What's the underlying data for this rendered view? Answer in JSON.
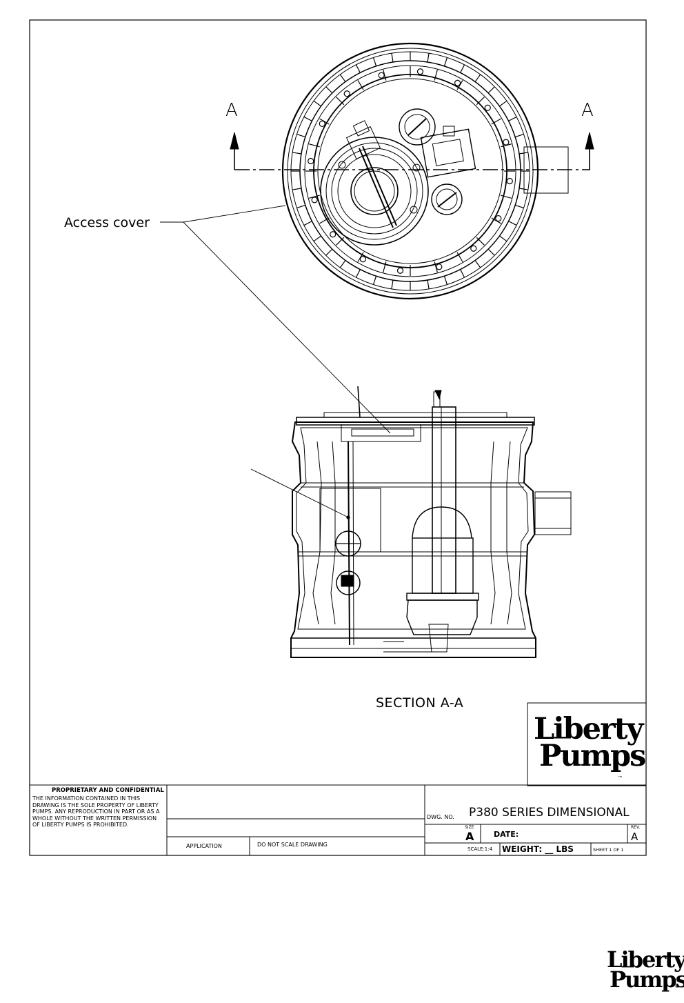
{
  "labels": {
    "section_left": "A",
    "section_right": "A",
    "access_cover": "Access cover",
    "section_title": "SECTION A-A"
  },
  "proprietary": {
    "title": "PROPRIETARY AND CONFIDENTIAL",
    "body": "THE INFORMATION CONTAINED IN THIS DRAWING IS THE SOLE PROPERTY OF LIBERTY PUMPS.  ANY REPRODUCTION IN PART OR AS A WHOLE WITHOUT THE WRITTEN PERMISSION OF LIBERTY PUMPS IS PROHIBITED."
  },
  "title_block": {
    "application": "APPLICATION",
    "do_not_scale": "DO  NOT  SCALE  DRAWING",
    "dwg_no_label": "DWG.  NO.",
    "dwg_title": "P380 SERIES DIMENSIONAL",
    "size_label": "SIZE",
    "size_value": "A",
    "date_label": "DATE:",
    "rev_label": "REV.",
    "rev_value": "A",
    "scale": "SCALE:1:4",
    "weight": "WEIGHT:  __  LBS",
    "sheet": "SHEET 1 OF 1"
  },
  "logo": {
    "line1": "Liberty",
    "line2": "Pumps",
    "tm": "™",
    "reg": "®"
  }
}
